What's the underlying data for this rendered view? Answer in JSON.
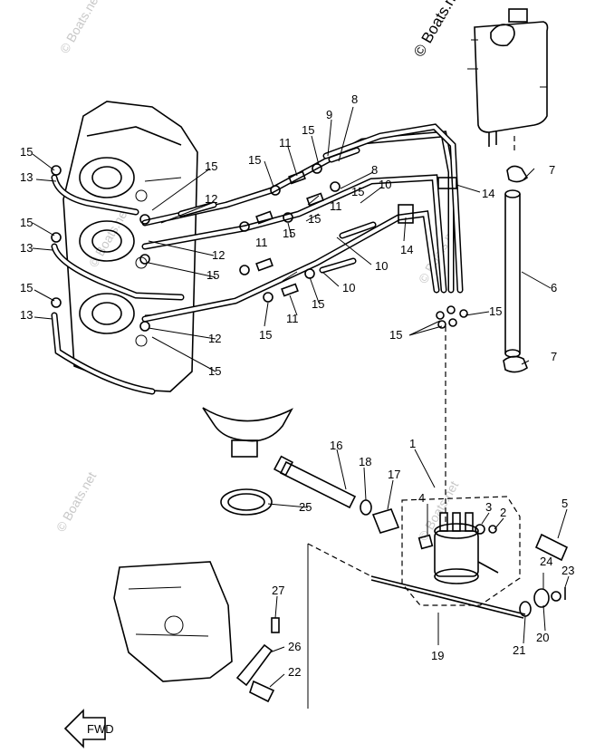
{
  "watermarks": [
    "© Boats.net"
  ],
  "fwd_label": "FWD",
  "callouts": [
    {
      "id": "c8a",
      "text": "8"
    },
    {
      "id": "c9",
      "text": "9"
    },
    {
      "id": "c15a",
      "text": "15"
    },
    {
      "id": "c15b",
      "text": "15"
    },
    {
      "id": "c13a",
      "text": "13"
    },
    {
      "id": "c15c",
      "text": "15"
    },
    {
      "id": "c11a",
      "text": "11"
    },
    {
      "id": "c15d",
      "text": "15"
    },
    {
      "id": "c8b",
      "text": "8"
    },
    {
      "id": "c12a",
      "text": "12"
    },
    {
      "id": "c10a",
      "text": "10"
    },
    {
      "id": "c15e",
      "text": "15"
    },
    {
      "id": "c11b",
      "text": "11"
    },
    {
      "id": "c15f",
      "text": "15"
    },
    {
      "id": "c14a",
      "text": "14"
    },
    {
      "id": "c7a",
      "text": "7"
    },
    {
      "id": "c15g",
      "text": "15"
    },
    {
      "id": "c13b",
      "text": "13"
    },
    {
      "id": "c12b",
      "text": "12"
    },
    {
      "id": "c11c",
      "text": "11"
    },
    {
      "id": "c15h",
      "text": "15"
    },
    {
      "id": "c14b",
      "text": "14"
    },
    {
      "id": "c10b",
      "text": "10"
    },
    {
      "id": "c15i",
      "text": "15"
    },
    {
      "id": "c15j",
      "text": "15"
    },
    {
      "id": "c10c",
      "text": "10"
    },
    {
      "id": "c6",
      "text": "6"
    },
    {
      "id": "c15k",
      "text": "15"
    },
    {
      "id": "c13c",
      "text": "13"
    },
    {
      "id": "c11d",
      "text": "11"
    },
    {
      "id": "c15l",
      "text": "15"
    },
    {
      "id": "c15m",
      "text": "15"
    },
    {
      "id": "c12c",
      "text": "12"
    },
    {
      "id": "c15n",
      "text": "15"
    },
    {
      "id": "c15o",
      "text": "15"
    },
    {
      "id": "c7b",
      "text": "7"
    },
    {
      "id": "c15p",
      "text": "15"
    },
    {
      "id": "c16",
      "text": "16"
    },
    {
      "id": "c1",
      "text": "1"
    },
    {
      "id": "c18",
      "text": "18"
    },
    {
      "id": "c17",
      "text": "17"
    },
    {
      "id": "c4",
      "text": "4"
    },
    {
      "id": "c3",
      "text": "3"
    },
    {
      "id": "c2",
      "text": "2"
    },
    {
      "id": "c5",
      "text": "5"
    },
    {
      "id": "c25",
      "text": "25"
    },
    {
      "id": "c24",
      "text": "24"
    },
    {
      "id": "c23",
      "text": "23"
    },
    {
      "id": "c27",
      "text": "27"
    },
    {
      "id": "c20",
      "text": "20"
    },
    {
      "id": "c21",
      "text": "21"
    },
    {
      "id": "c26",
      "text": "26"
    },
    {
      "id": "c19",
      "text": "19"
    },
    {
      "id": "c22",
      "text": "22"
    }
  ]
}
